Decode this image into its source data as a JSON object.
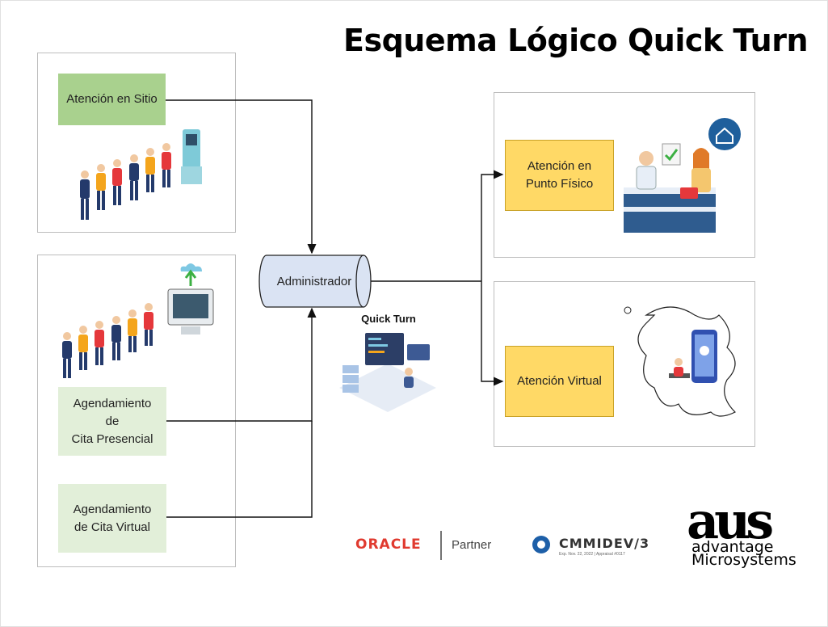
{
  "title": "Esquema Lógico Quick Turn",
  "left_panel_top": {
    "onsite_label": "Atención en Sitio"
  },
  "left_panel_bottom": {
    "presencial_label": "Agendamiento\nde\nCita  Presencial",
    "virtual_label": "Agendamiento\nde Cita Virtual"
  },
  "center": {
    "admin_label": "Administrador",
    "quickturn_label": "Quick Turn"
  },
  "right_panel_top": {
    "physical_label": "Atención en\nPunto Físico"
  },
  "right_panel_bottom": {
    "virtual_label": "Atención Virtual"
  },
  "logos": {
    "oracle": "ORACLE",
    "partner": "Partner",
    "cmmi": "CMMIDEV/3",
    "cmmi_sub": "Exp. Nov. 22, 2022  |  Appraisal #0117",
    "ams_mark": "aus",
    "ams_line1": "advantage",
    "ams_line2": "Microsystems"
  },
  "colors": {
    "green_strong": "#a9d18e",
    "green_soft": "#e2efd9",
    "yellow": "#ffd966",
    "admin_fill": "#dae3f3",
    "oracle_red": "#e03a2f"
  }
}
